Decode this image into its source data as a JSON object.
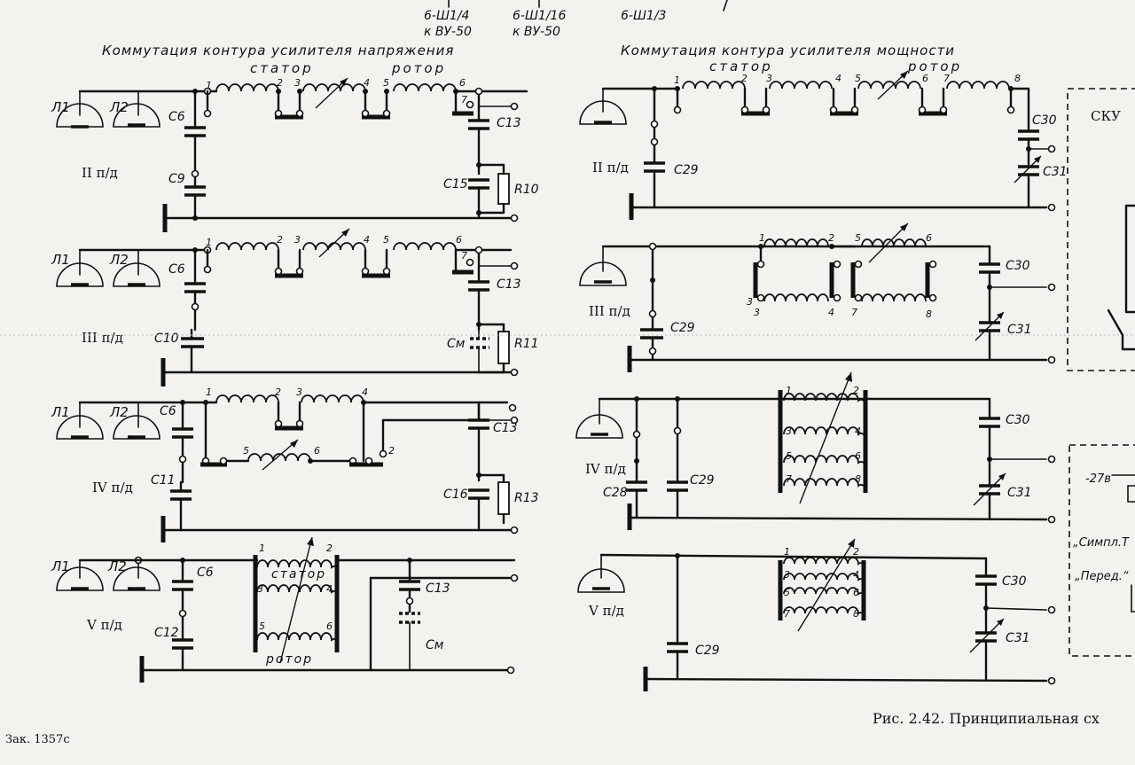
{
  "top_labels": {
    "ref1": "6-Ш1/4",
    "ref1_to": "к ВУ-50",
    "ref2": "6-Ш1/16",
    "ref2_to": "к ВУ-50",
    "ref3": "6-Ш1/3"
  },
  "left_panel": {
    "title": "Коммутация контура усилителя напряжения",
    "stator": "статор",
    "rotor": "ротор"
  },
  "right_panel": {
    "title": "Коммутация контура усилителя мощности",
    "stator": "статор",
    "rotor": "ротор"
  },
  "lamps": {
    "l1": "Л1",
    "l2": "Л2"
  },
  "bands": {
    "b2": "II п/д",
    "b3": "III п/д",
    "b4": "IV п/д",
    "b5": "V п/д"
  },
  "caps": {
    "c6": "С6",
    "c9": "С9",
    "c10": "С10",
    "c11": "С11",
    "c12": "С12",
    "c13": "С13",
    "c15": "С15",
    "c16": "С16",
    "cm": "Сᴍ",
    "c28": "С28",
    "c29": "С29",
    "c30": "С30",
    "c31": "С31"
  },
  "resistors": {
    "r10": "R10",
    "r11": "R11",
    "r13": "R13"
  },
  "section5": {
    "stator": "статор",
    "rotor": "ротор"
  },
  "pins": [
    "1",
    "2",
    "3",
    "4",
    "5",
    "6",
    "7",
    "8"
  ],
  "right_edge": {
    "sku": "СКУ",
    "volt": "-27в",
    "simpl": "„Симпл.Т",
    "pered": "„Перед.“"
  },
  "caption": "Рис. 2.42. Принципиальная сх",
  "order": "Зак. 1357с"
}
